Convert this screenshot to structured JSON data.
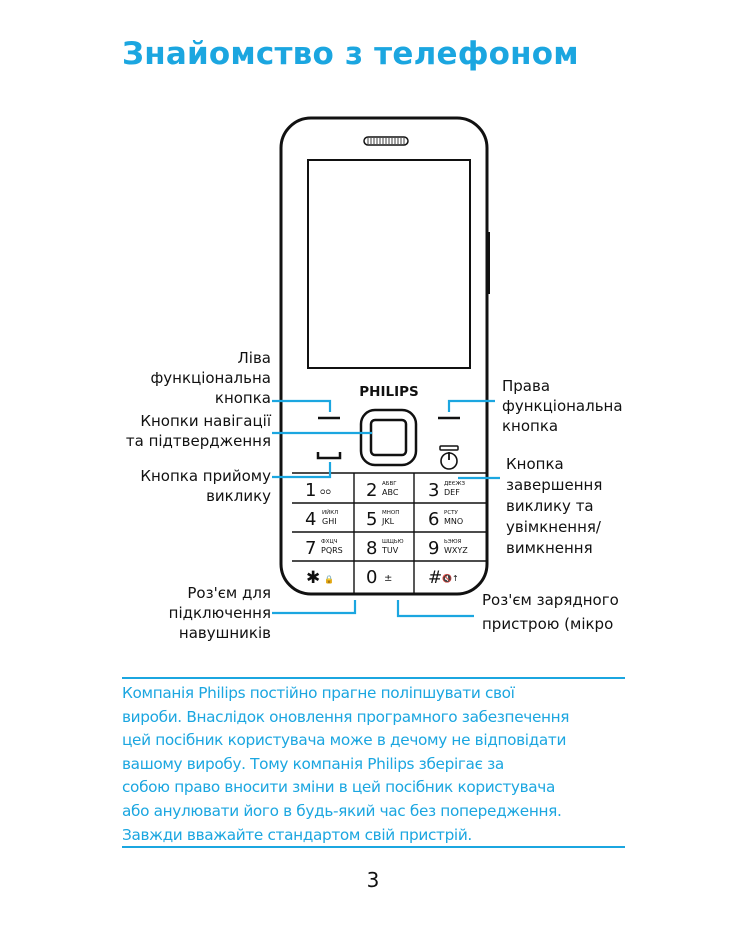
{
  "page": {
    "title": "Знайомство з телефоном",
    "number": "3"
  },
  "phone": {
    "brand": "PHILIPS",
    "keys": [
      {
        "digit": "1",
        "sub_top": "",
        "sub": "ᴑᴑ"
      },
      {
        "digit": "2",
        "sub_top": "АБВГ",
        "sub": "ABC"
      },
      {
        "digit": "3",
        "sub_top": "ДЕЄЖЗ",
        "sub": "DEF"
      },
      {
        "digit": "4",
        "sub_top": "ИЙКЛ",
        "sub": "GHI"
      },
      {
        "digit": "5",
        "sub_top": "МНОП",
        "sub": "JKL"
      },
      {
        "digit": "6",
        "sub_top": "РСТУ",
        "sub": "MNO"
      },
      {
        "digit": "7",
        "sub_top": "ФХЦЧ",
        "sub": "PQRS"
      },
      {
        "digit": "8",
        "sub_top": "ШЩЬЮ",
        "sub": "TUV"
      },
      {
        "digit": "9",
        "sub_top": "ЬЭЮЯ",
        "sub": "WXYZ"
      },
      {
        "digit": "✱",
        "sub_top": "",
        "sub": "🔒"
      },
      {
        "digit": "0",
        "sub_top": "",
        "sub": "±"
      },
      {
        "digit": "#",
        "sub_top": "",
        "sub": "🔇↑"
      }
    ]
  },
  "labels": {
    "left_soft_key": [
      "Ліва",
      "функціональна",
      "кнопка"
    ],
    "nav_keys": [
      "Кнопки навігації",
      "та підтвердження"
    ],
    "call_key": [
      "Кнопка прийому",
      "виклику"
    ],
    "headset_jack": [
      "Роз'єм для",
      "підключення",
      "навушників"
    ],
    "right_soft_key": [
      "Права",
      "функціональна",
      "кнопка"
    ],
    "end_key": [
      "Кнопка",
      "завершення",
      "виклику та",
      "увімкнення/",
      "вимкнення"
    ],
    "charger_jack": [
      "Роз'єм зарядного",
      "пристрою (мікро"
    ]
  },
  "notice": [
    "Компанія Philips постійно прагне поліпшувати свої",
    "вироби. Внаслідок оновлення програмного забезпечення",
    "цей посібник користувача може в дечому не відповідати",
    "вашому виробу. Тому компанія Philips зберігає за",
    "собою право вносити зміни в цей посібник користувача",
    "або анулювати його в будь-який час без попередження.",
    "Завжди вважайте стандартом свій пристрій."
  ],
  "colors": {
    "accent": "#1ba6e0",
    "ink": "#111111"
  }
}
